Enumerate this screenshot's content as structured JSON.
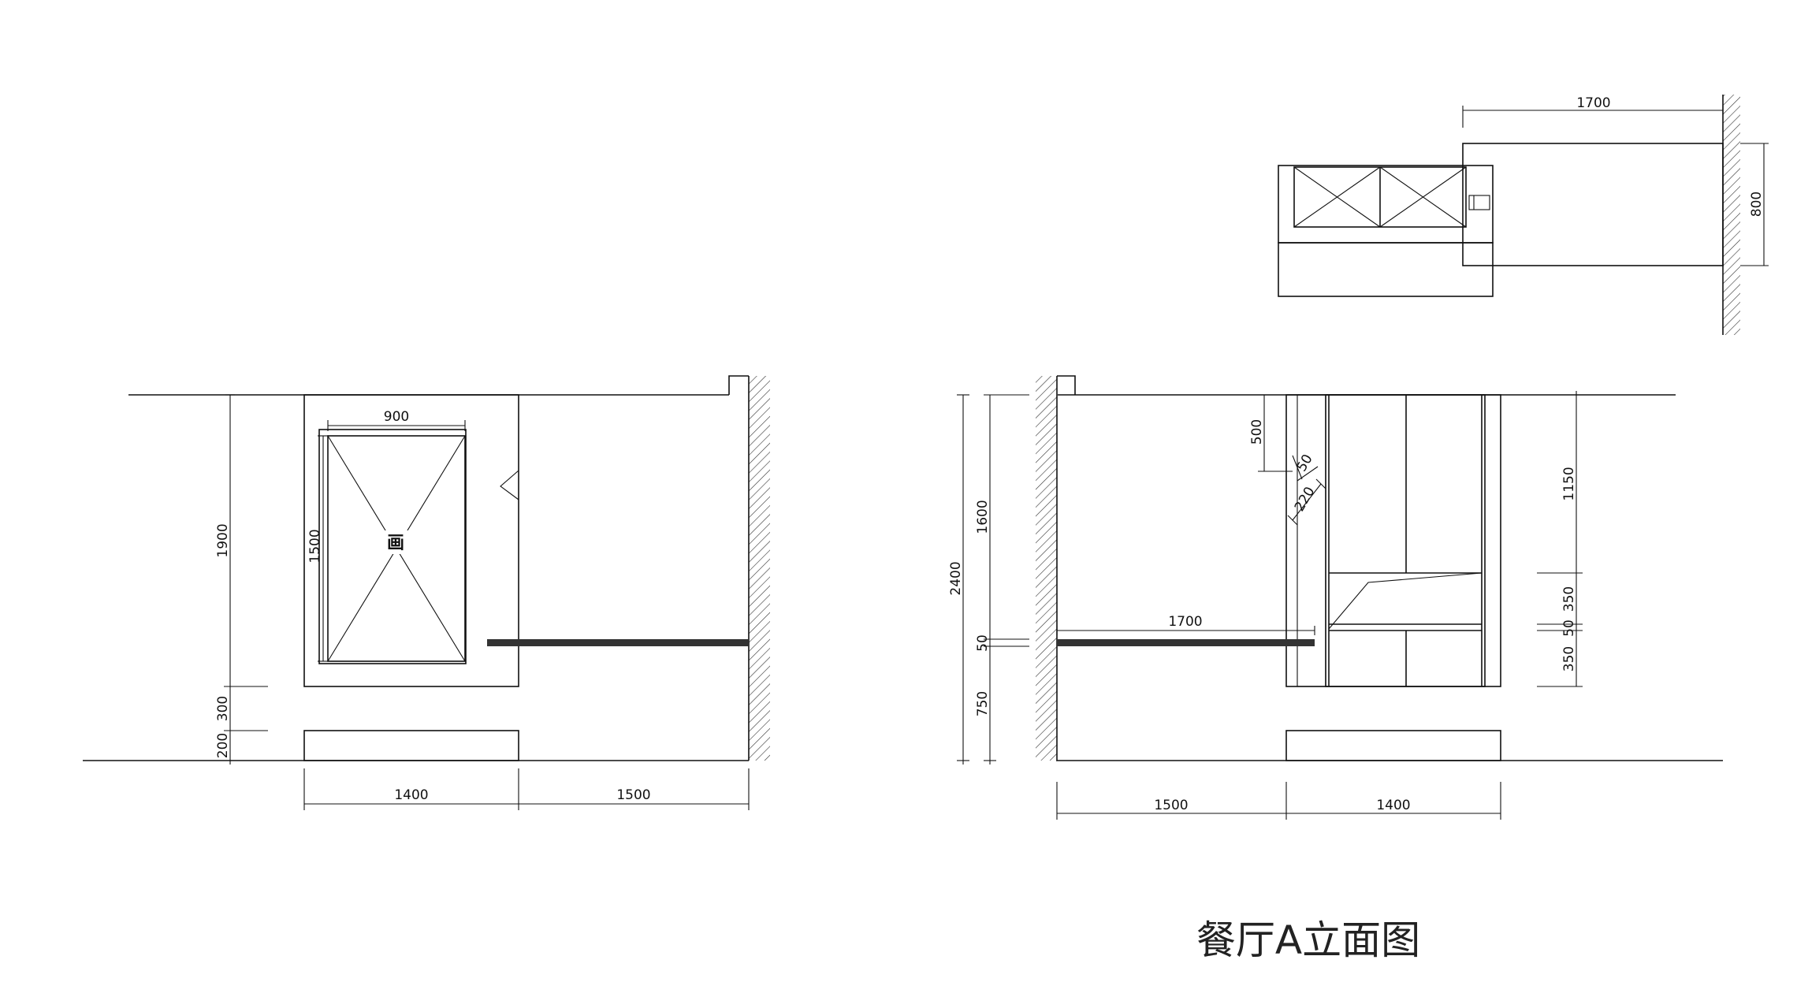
{
  "title": "餐厅A立面图",
  "painting_label": "画",
  "left_elevation": {
    "dims": {
      "width_900": "900",
      "height_1500": "1500",
      "height_1900": "1900",
      "gap_300": "300",
      "base_200": "200",
      "width_1400": "1400",
      "width_1500": "1500"
    }
  },
  "right_elevation": {
    "dims": {
      "total_2400": "2400",
      "upper_1600": "1600",
      "shelf_50": "50",
      "lower_750": "750",
      "top_500": "500",
      "slot_50": "50",
      "slot_220": "220",
      "shelf_length_1700": "1700",
      "cabinet_1150": "1150",
      "cabinet_350_top": "350",
      "cabinet_50": "50",
      "cabinet_350_bottom": "350",
      "width_1500": "1500",
      "width_1400": "1400"
    }
  },
  "plan_view": {
    "dims": {
      "length_1700": "1700",
      "depth_800": "800"
    }
  }
}
